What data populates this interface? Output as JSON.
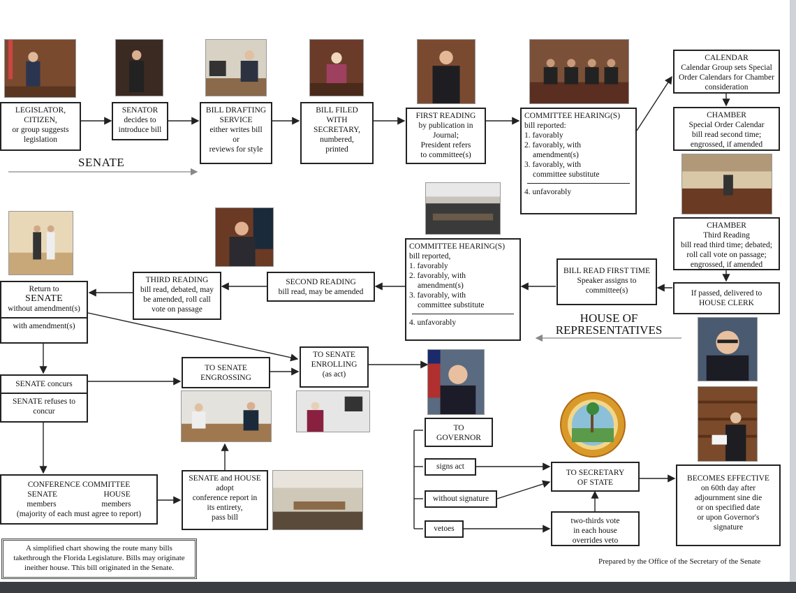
{
  "title_senate": "SENATE",
  "title_house": [
    "HOUSE OF",
    "REPRESENTATIVES"
  ],
  "boxes": {
    "legislator": [
      "LEGISLATOR,",
      "CITIZEN,",
      "or group suggests",
      "legislation"
    ],
    "senator": [
      "SENATOR",
      "decides to",
      "introduce bill"
    ],
    "drafting": [
      "BILL DRAFTING",
      "SERVICE",
      "either writes bill",
      "or",
      "reviews for style"
    ],
    "filed": [
      "BILL FILED",
      "WITH",
      "SECRETARY,",
      "numbered,",
      "printed"
    ],
    "first_reading": [
      "FIRST READING",
      "by publication in",
      "Journal;",
      "President refers",
      "to committee(s)"
    ],
    "committee_senate": {
      "title": "COMMITTEE HEARING(S)",
      "sub": "bill reported:",
      "items": [
        "1. favorably",
        "2. favorably, with",
        "amendment(s)",
        "3. favorably, with",
        "committee substitute"
      ],
      "last": "4. unfavorably"
    },
    "calendar": [
      "CALENDAR",
      "Calendar Group sets Special",
      "Order Calendars for Chamber",
      "consideration"
    ],
    "chamber_second": [
      "CHAMBER",
      "Special Order Calendar",
      "bill read second time;",
      "engrossed, if amended"
    ],
    "chamber_third": [
      "CHAMBER",
      "Third Reading",
      "bill read third time; debated;",
      "roll call vote on passage;",
      "engrossed, if amended"
    ],
    "delivered": [
      "If passed, delivered to",
      "HOUSE CLERK"
    ],
    "house_first": [
      "BILL READ FIRST TIME",
      "Speaker assigns to",
      "committee(s)"
    ],
    "committee_house": {
      "title": "COMMITTEE HEARING(S)",
      "sub": "bill reported,",
      "items": [
        "1. favorably",
        "2. favorably, with",
        "amendment(s)",
        "3. favorably, with",
        "committee substitute"
      ],
      "last": "4. unfavorably"
    },
    "second_reading": [
      "SECOND READING",
      "bill read, may be amended"
    ],
    "third_reading": [
      "THIRD READING",
      "bill read, debated, may",
      "be amended, roll call",
      "vote on passage"
    ],
    "return": {
      "line1": "Return to",
      "big": "SENATE",
      "line2": "without amendment(s)",
      "line3": "with amendment(s)"
    },
    "concurs": {
      "a": "SENATE concurs",
      "b": "SENATE refuses to",
      "c": "concur"
    },
    "engrossing": [
      "TO SENATE",
      "ENGROSSING"
    ],
    "enrolling": [
      "TO SENATE",
      "ENROLLING",
      "(as act)"
    ],
    "conference": {
      "title": "CONFERENCE COMMITTEE",
      "left": "SENATE",
      "right": "HOUSE",
      "left2": "members",
      "right2": "members",
      "foot": "(majority of each must agree to report)"
    },
    "adopt": [
      "SENATE and HOUSE",
      "adopt",
      "conference report in",
      "its entirety,",
      "pass bill"
    ],
    "governor": [
      "TO",
      "GOVERNOR"
    ],
    "signs": "signs act",
    "without_sig": "without signature",
    "vetoes": "vetoes",
    "secretary": [
      "TO SECRETARY",
      "OF STATE"
    ],
    "override": [
      "two-thirds vote",
      "in each house",
      "overrides veto"
    ],
    "effective": [
      "BECOMES EFFECTIVE",
      "on 60th day after",
      "adjournment sine die",
      "or on specified date",
      "or upon Governor's",
      "signature"
    ]
  },
  "note": [
    "A simplified chart showing the route many bills take",
    "through the Florida Legislature. Bills may originate in",
    "either house. This bill originated in the Senate."
  ],
  "prepared": "Prepared by the Office of the Secretary of the Senate"
}
